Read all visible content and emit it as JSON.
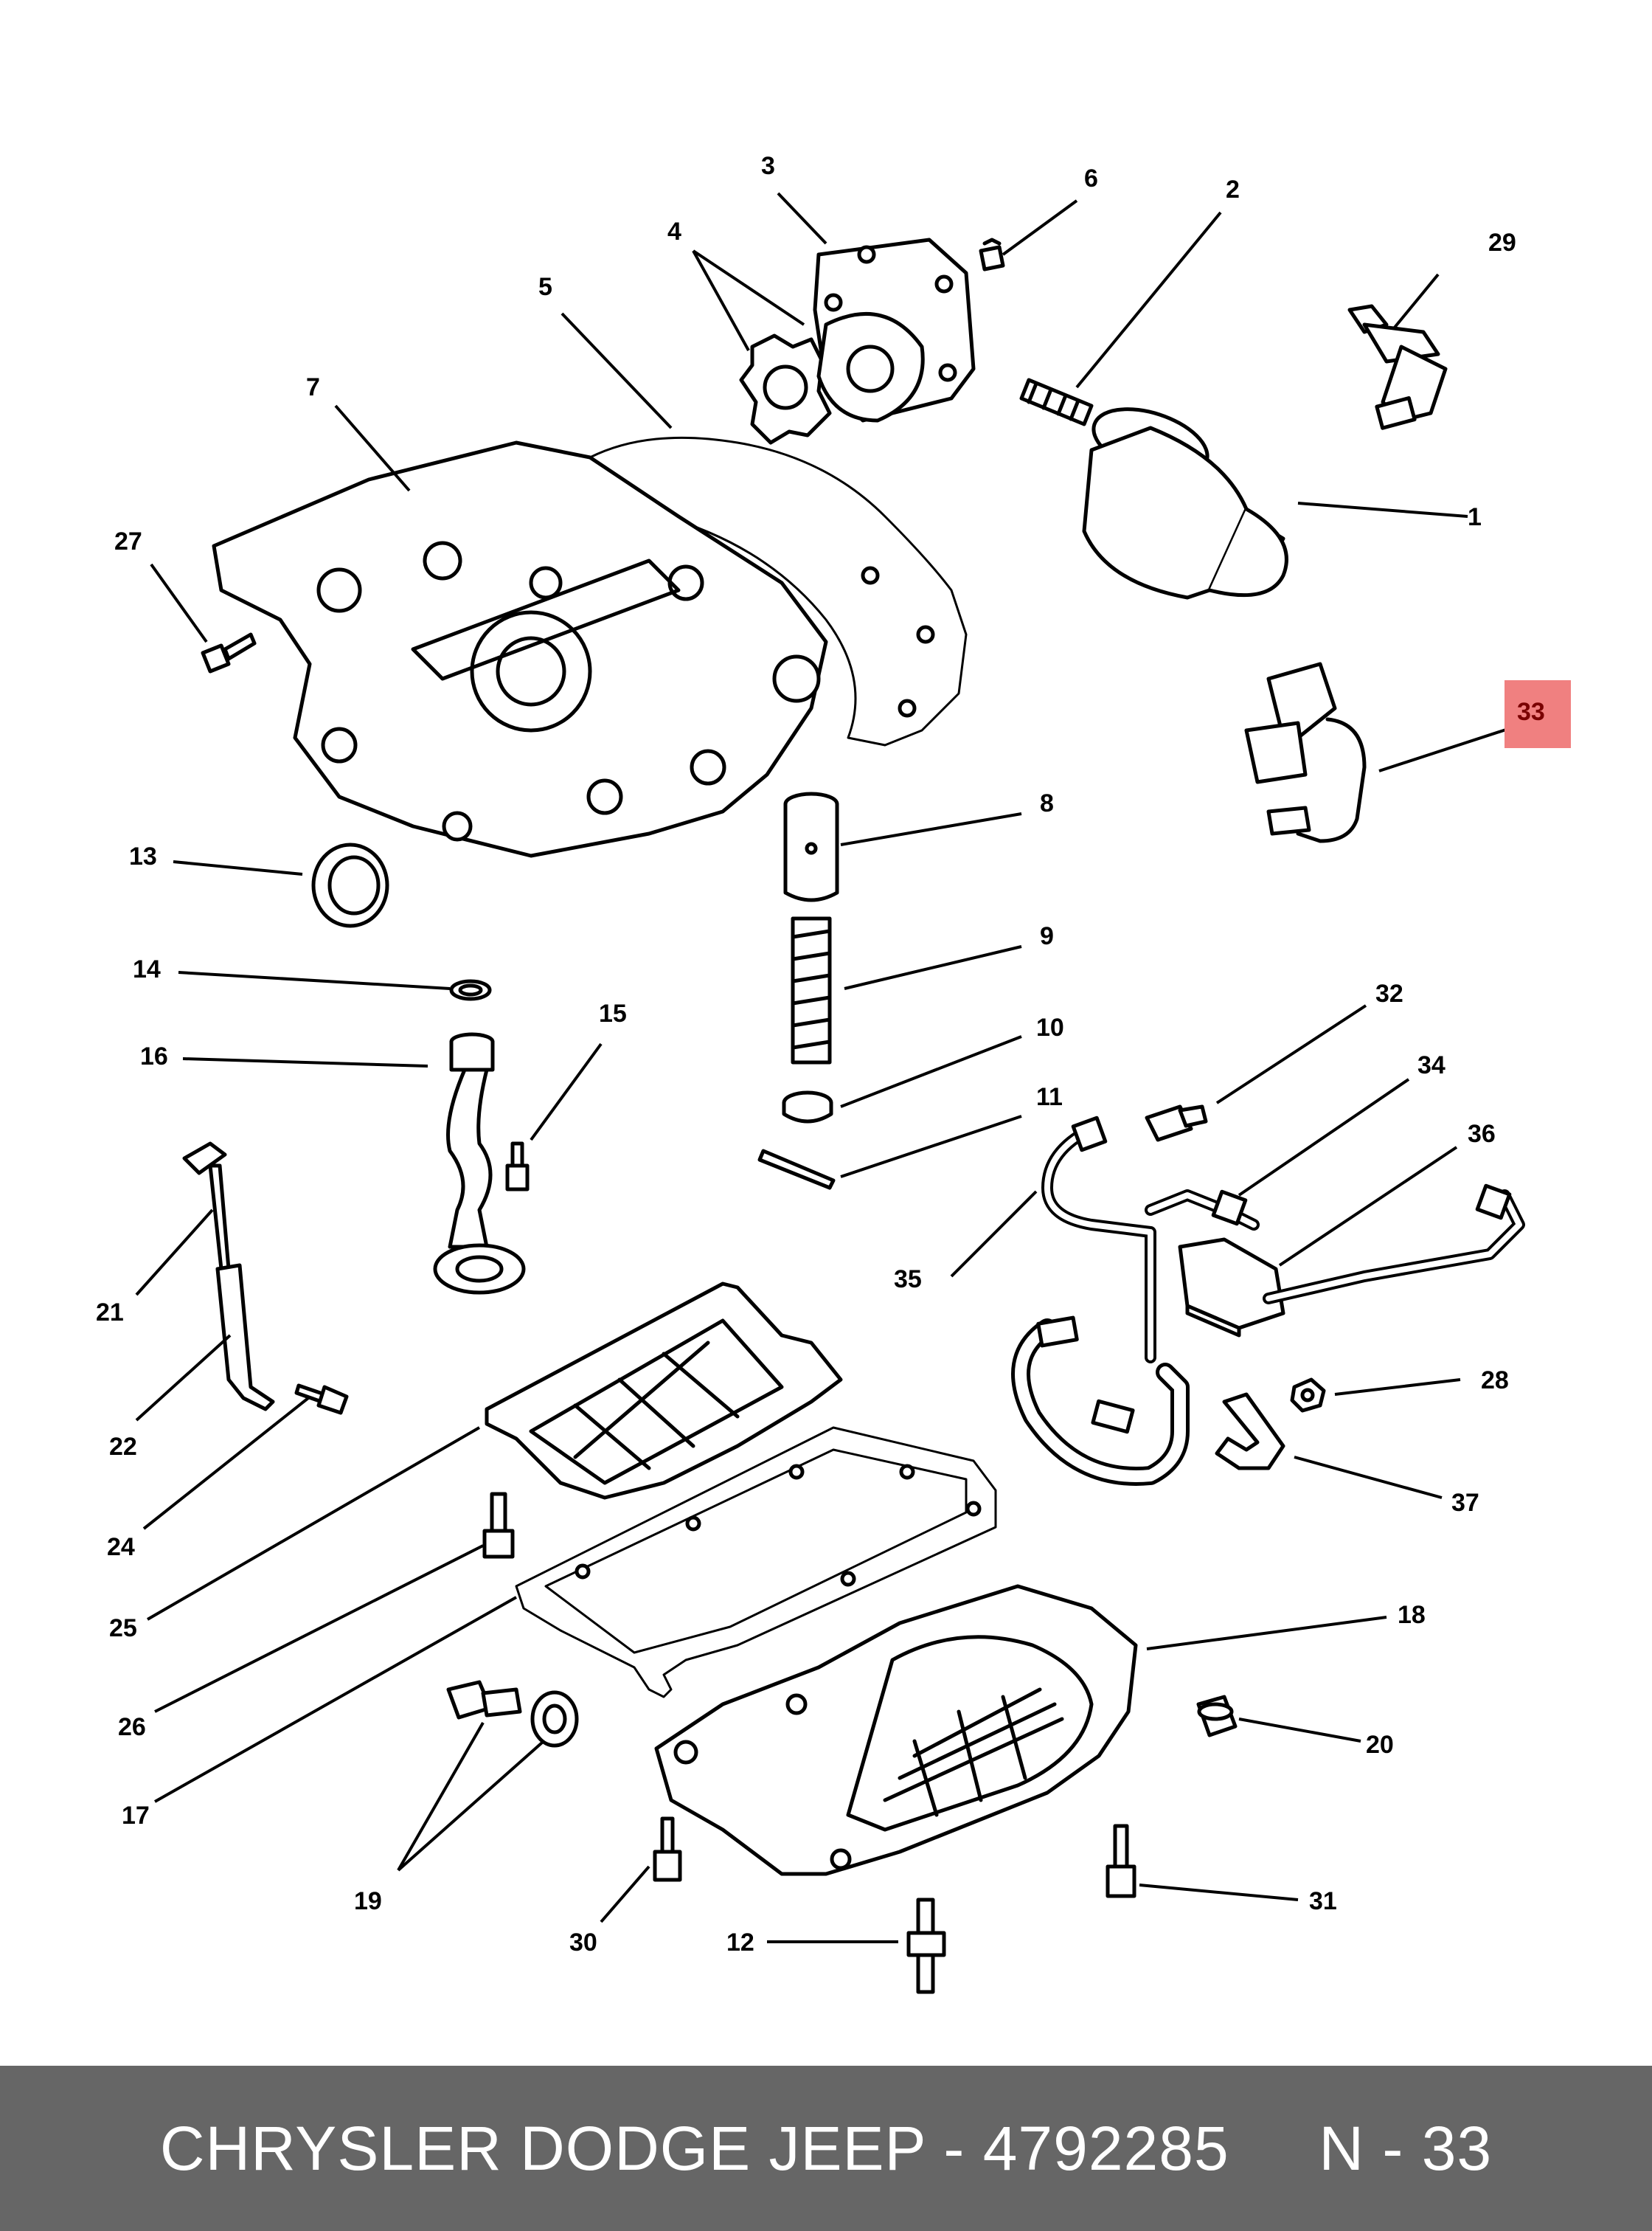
{
  "callouts": {
    "c1": "1",
    "c2": "2",
    "c3": "3",
    "c4": "4",
    "c5": "5",
    "c6": "6",
    "c7": "7",
    "c8": "8",
    "c9": "9",
    "c10": "10",
    "c11": "11",
    "c12": "12",
    "c13": "13",
    "c14": "14",
    "c15": "15",
    "c16": "16",
    "c17": "17",
    "c18": "18",
    "c19": "19",
    "c20": "20",
    "c21": "21",
    "c22": "22",
    "c24": "24",
    "c25": "25",
    "c26": "26",
    "c27": "27",
    "c28": "28",
    "c29": "29",
    "c30": "30",
    "c31": "31",
    "c32": "32",
    "c33": "33",
    "c34": "34",
    "c35": "35",
    "c36": "36",
    "c37": "37"
  },
  "highlight": {
    "callout": "33",
    "color": "#f08080"
  },
  "footer": {
    "brand": "CHRYSLER DODGE JEEP",
    "separator": " - ",
    "part_number": "4792285",
    "gap": "     ",
    "position_label": "N - 33",
    "background": "#666666"
  }
}
